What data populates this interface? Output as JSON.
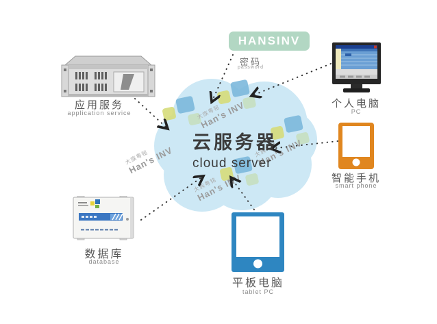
{
  "diagram_title": "cloud server topology",
  "banner": {
    "text": "HANSINV",
    "bg_color": "#b2d7c3"
  },
  "password": {
    "zh": "密码",
    "en": "password"
  },
  "cloud": {
    "title_zh": "云服务器",
    "title_en": "cloud server",
    "color": "#cde8f5"
  },
  "watermark": {
    "subtext": "大族粤铭",
    "text": "Han's INV",
    "square_colors": {
      "lime": "#d6dc7a",
      "blue": "#7cb8dc",
      "green": "#c6dfc0"
    }
  },
  "nodes": {
    "app_server": {
      "label_zh": "应用服务",
      "label_en": "application service",
      "icon": "server-icon"
    },
    "pc": {
      "label_zh": "个人电脑",
      "label_en": "PC",
      "icon": "desktop-monitor-icon"
    },
    "smartphone": {
      "label_zh": "智能手机",
      "label_en": "smart phone",
      "icon": "smartphone-icon",
      "color": "#e0861f"
    },
    "tablet": {
      "label_zh": "平板电脑",
      "label_en": "tablet PC",
      "icon": "tablet-icon",
      "color": "#2e86c1"
    },
    "database": {
      "label_zh": "数据库",
      "label_en": "database",
      "icon": "database-cabinet-icon"
    }
  },
  "connections": [
    {
      "from": "application service",
      "to": "cloud server",
      "style": "dotted-arrow"
    },
    {
      "from": "HANSINV password",
      "to": "cloud server",
      "style": "dotted-arrow"
    },
    {
      "from": "PC",
      "to": "cloud server",
      "style": "dotted-arrow"
    },
    {
      "from": "smart phone",
      "to": "cloud server",
      "style": "dotted-arrow"
    },
    {
      "from": "tablet PC",
      "to": "cloud server",
      "style": "dotted-arrow"
    },
    {
      "from": "database",
      "to": "cloud server",
      "style": "dotted-arrow"
    }
  ]
}
